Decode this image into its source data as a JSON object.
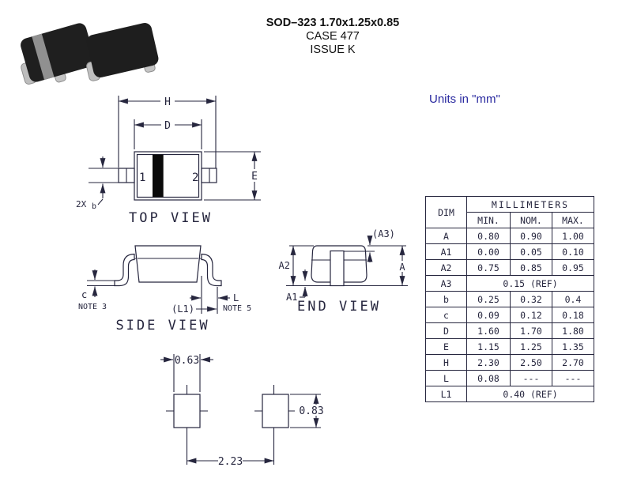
{
  "title": {
    "line1": "SOD–323 1.70x1.25x0.85",
    "line2": "CASE 477",
    "line3": "ISSUE K"
  },
  "units_note": "Units in \"mm\"",
  "drawing": {
    "top_view": {
      "title": "TOP VIEW",
      "h": "H",
      "d": "D",
      "e": "E",
      "b_qty": "2X",
      "b": "b",
      "pin1": "1",
      "pin2": "2"
    },
    "side_view": {
      "title": "SIDE VIEW",
      "c": "c",
      "note3": "NOTE 3",
      "l1": "(L1)",
      "l": "L",
      "note5": "NOTE 5"
    },
    "end_view": {
      "title": "END VIEW",
      "a": "A",
      "a1": "A1",
      "a2": "A2",
      "a3": "(A3)"
    },
    "footprint": {
      "pad_width": "0.63",
      "pad_height": "0.83",
      "pitch": "2.23"
    }
  },
  "table": {
    "dim_header": "DIM",
    "group_header": "MILLIMETERS",
    "col_headers": [
      "MIN.",
      "NOM.",
      "MAX."
    ],
    "rows": [
      {
        "dim": "A",
        "min": "0.80",
        "nom": "0.90",
        "max": "1.00"
      },
      {
        "dim": "A1",
        "min": "0.00",
        "nom": "0.05",
        "max": "0.10"
      },
      {
        "dim": "A2",
        "min": "0.75",
        "nom": "0.85",
        "max": "0.95"
      },
      {
        "dim": "A3",
        "span": "0.15 (REF)"
      },
      {
        "dim": "b",
        "min": "0.25",
        "nom": "0.32",
        "max": "0.4"
      },
      {
        "dim": "c",
        "min": "0.09",
        "nom": "0.12",
        "max": "0.18"
      },
      {
        "dim": "D",
        "min": "1.60",
        "nom": "1.70",
        "max": "1.80"
      },
      {
        "dim": "E",
        "min": "1.15",
        "nom": "1.25",
        "max": "1.35"
      },
      {
        "dim": "H",
        "min": "2.30",
        "nom": "2.50",
        "max": "2.70"
      },
      {
        "dim": "L",
        "min": "0.08",
        "nom": "---",
        "max": "---"
      },
      {
        "dim": "L1",
        "span": "0.40 (REF)"
      }
    ]
  },
  "colors": {
    "line": "#26263e",
    "units_note_text": "#2a2aa0",
    "cathode_band": "#0a0a0a",
    "package_body": "#1f1f1f",
    "package_lead": "#c0c0c0"
  }
}
